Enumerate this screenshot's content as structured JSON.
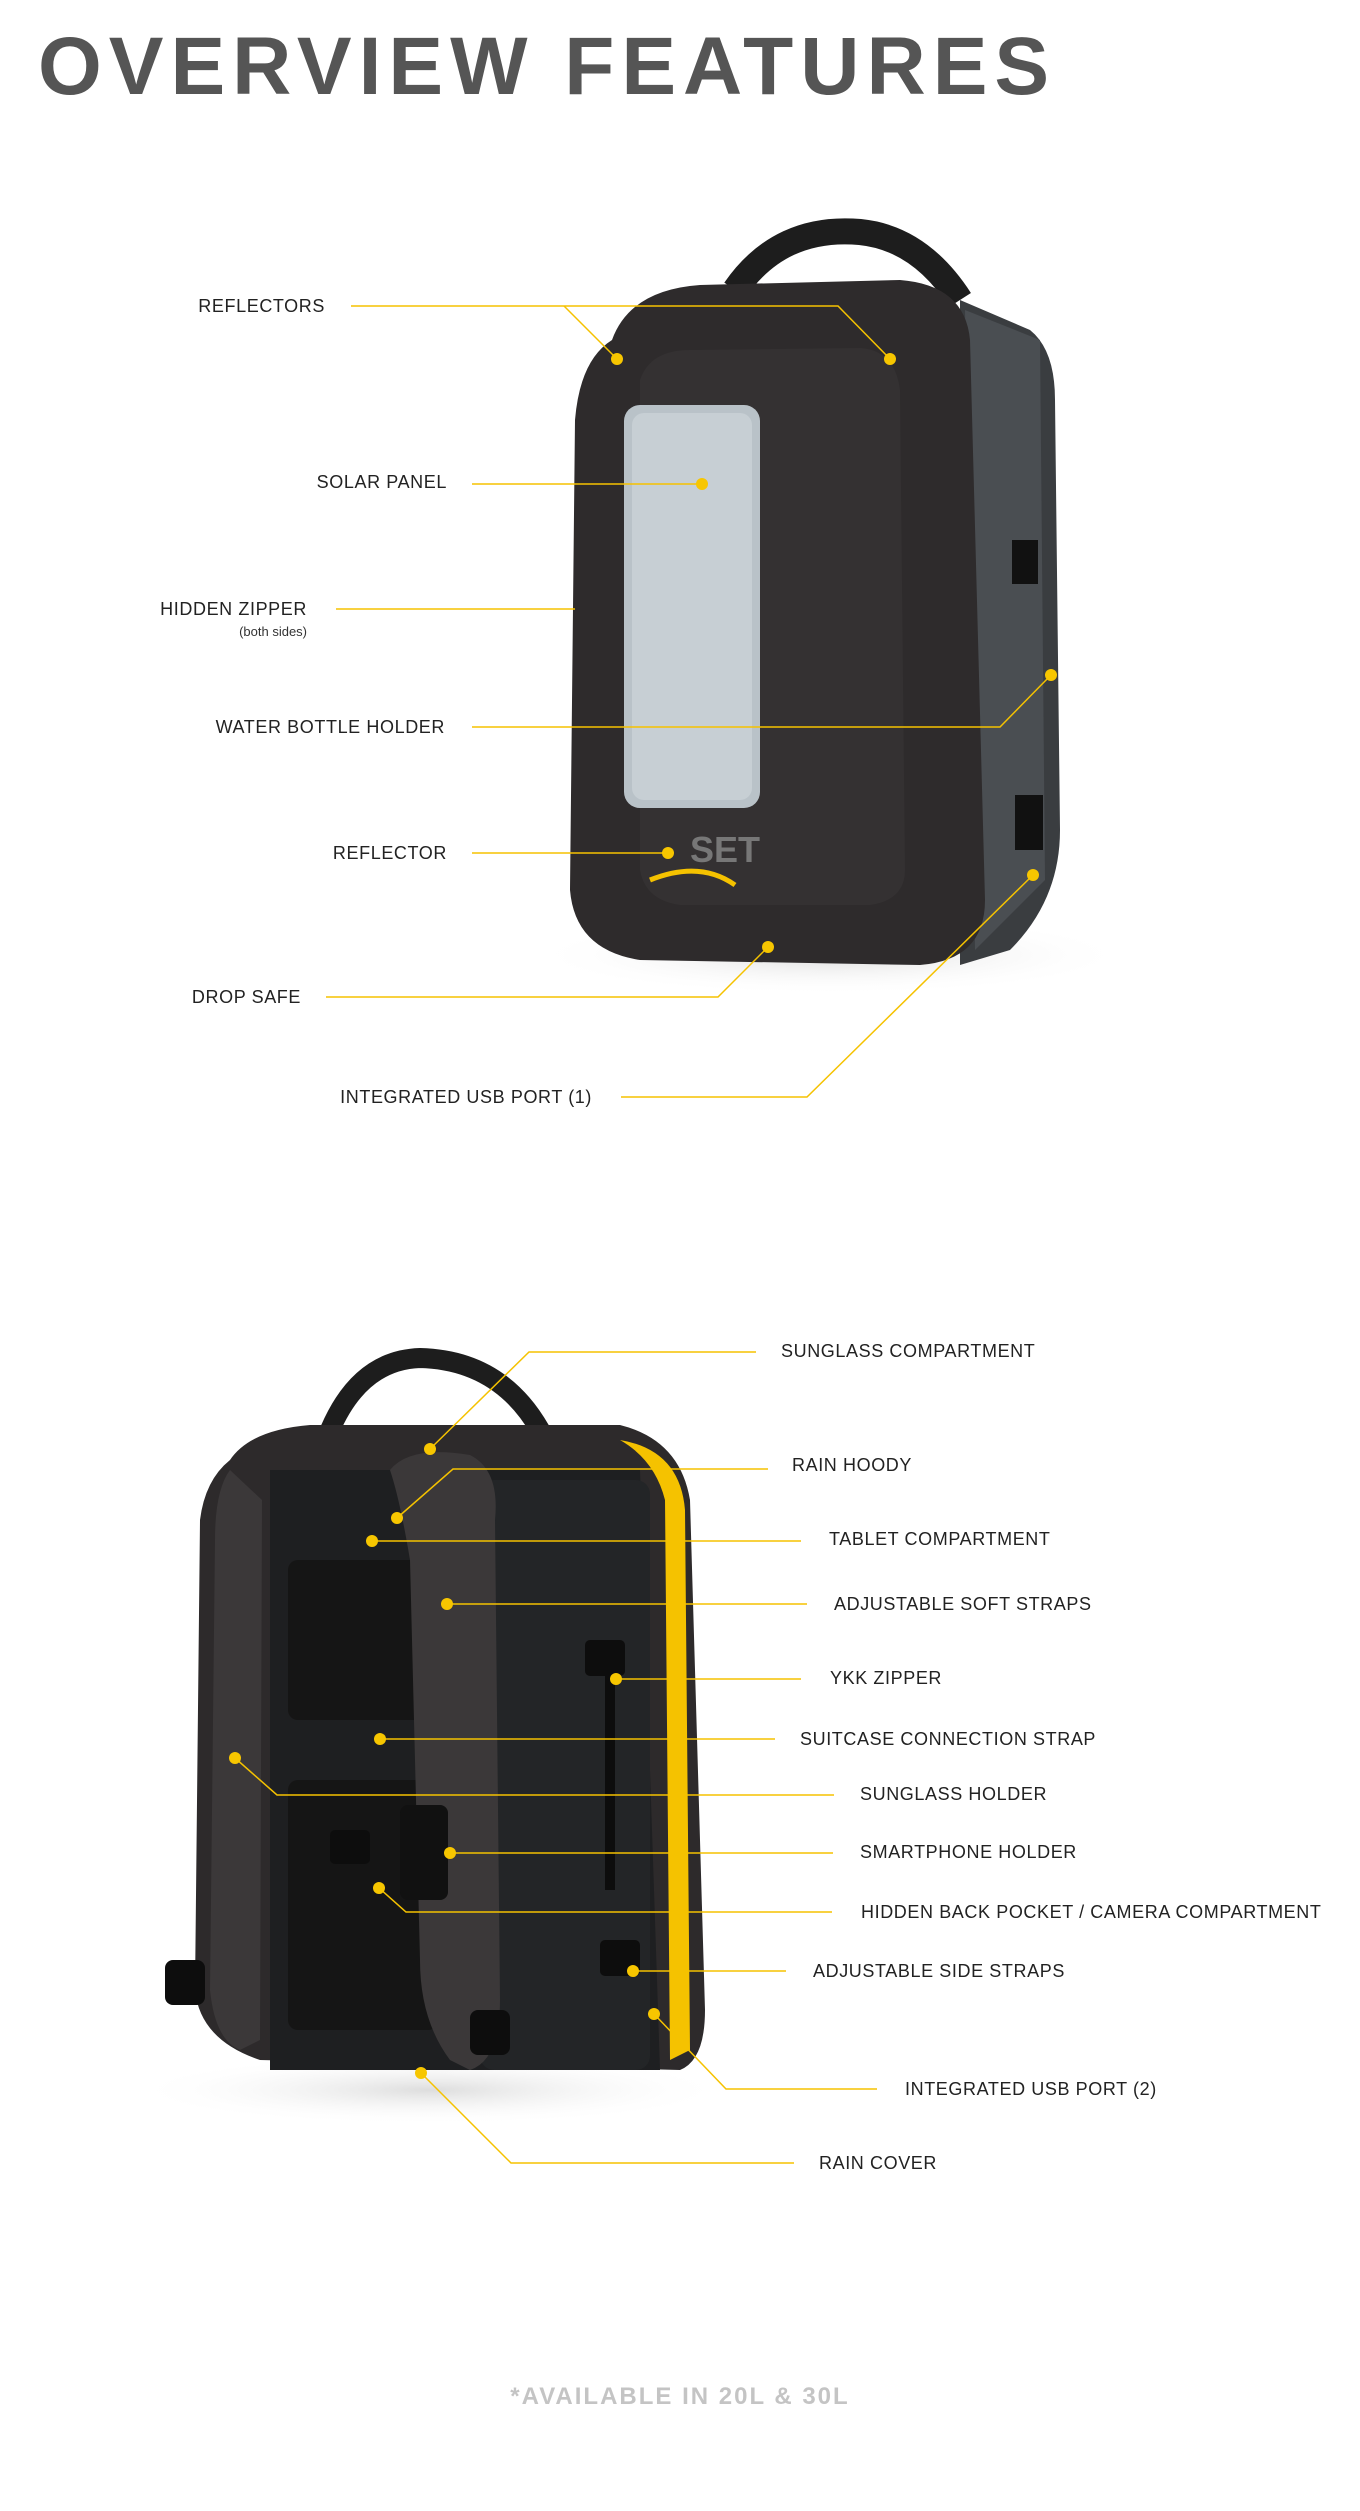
{
  "title": "OVERVIEW FEATURES",
  "front_view": {
    "labels": {
      "reflectors": "REFLECTORS",
      "solar_panel": "SOLAR PANEL",
      "hidden_zipper": "HIDDEN ZIPPER",
      "hidden_zipper_note": "(both sides)",
      "water_bottle_holder": "WATER BOTTLE HOLDER",
      "reflector": "REFLECTOR",
      "drop_safe": "DROP SAFE",
      "usb_port_1": "INTEGRATED USB PORT (1)"
    },
    "logo_text": "SET"
  },
  "back_view": {
    "labels": {
      "sunglass_compartment": "SUNGLASS COMPARTMENT",
      "rain_hoody": "RAIN HOODY",
      "tablet_compartment": "TABLET COMPARTMENT",
      "adjustable_soft_straps": "ADJUSTABLE SOFT STRAPS",
      "ykk_zipper": "YKK ZIPPER",
      "suitcase_connection_strap": "SUITCASE CONNECTION STRAP",
      "sunglass_holder": "SUNGLASS HOLDER",
      "smartphone_holder": "SMARTPHONE HOLDER",
      "hidden_back_pocket": "HIDDEN BACK POCKET / CAMERA COMPARTMENT",
      "adjustable_side_straps": "ADJUSTABLE SIDE STRAPS",
      "usb_port_2": "INTEGRATED USB PORT (2)",
      "rain_cover": "RAIN COVER"
    }
  },
  "footer": "*AVAILABLE IN 20L & 30L",
  "colors": {
    "accent": "#f5c200",
    "title": "#555555",
    "bag": "#2e2b2c"
  }
}
